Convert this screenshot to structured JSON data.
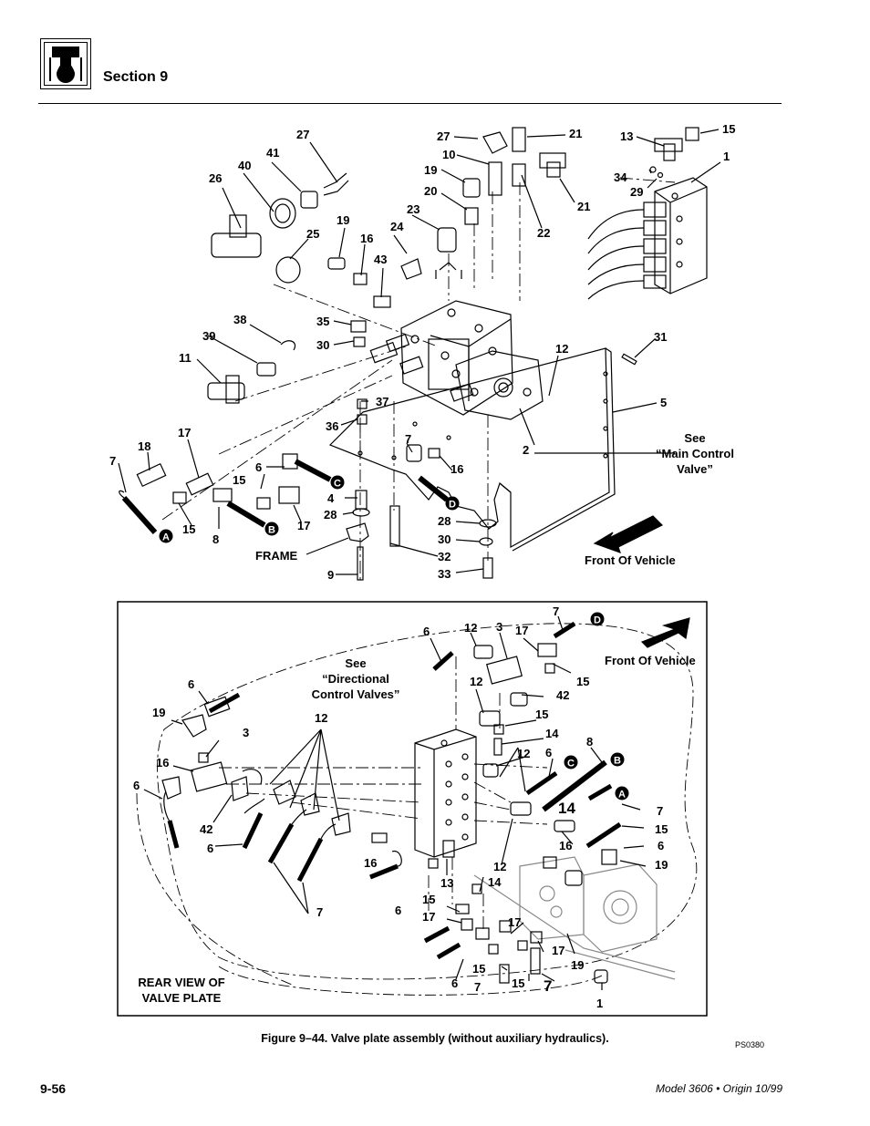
{
  "header": {
    "section": "Section 9"
  },
  "icons": {
    "logo": "hydraulic-drop-icon"
  },
  "top_diagram": {
    "see_main_control": [
      "See",
      "“Main Control",
      "Valve”"
    ],
    "front_of_vehicle": "Front Of Vehicle",
    "frame": "FRAME",
    "callouts": {
      "c27a": "27",
      "c41": "41",
      "c40": "40",
      "c26": "26",
      "c25": "25",
      "c19a": "19",
      "c16a": "16",
      "c43": "43",
      "c24": "24",
      "c23": "23",
      "c20": "20",
      "c19b": "19",
      "c10": "10",
      "c27b": "27",
      "c21a": "21",
      "c21b": "21",
      "c22": "22",
      "c13": "13",
      "c15a": "15",
      "c1": "1",
      "c34": "34",
      "c29": "29",
      "c38": "38",
      "c35": "35",
      "c30a": "30",
      "c39": "39",
      "c11": "11",
      "c12": "12",
      "c31": "31",
      "c5": "5",
      "c37": "37",
      "c36": "36",
      "c17a": "17",
      "c18": "18",
      "c7a": "7",
      "c7b": "7",
      "c16b": "16",
      "c6": "6",
      "c15b": "15",
      "c4": "4",
      "c28a": "28",
      "c2": "2",
      "c15c": "15",
      "c8": "8",
      "c17b": "17",
      "c28b": "28",
      "c30b": "30",
      "c32": "32",
      "c33": "33",
      "c9": "9"
    },
    "markers": {
      "a": "A",
      "b": "B",
      "c": "C",
      "d": "D"
    }
  },
  "bottom_diagram": {
    "see_directional": [
      "See",
      "“Directional",
      "Control Valves”"
    ],
    "front_of_vehicle": "Front Of Vehicle",
    "rear_view": [
      "REAR VIEW OF",
      "VALVE PLATE"
    ],
    "callouts": {
      "b7a": "7",
      "b6a": "6",
      "b12a": "12",
      "b3a": "3",
      "b17a": "17",
      "b15a": "15",
      "b6b": "6",
      "b19a": "19",
      "b3b": "3",
      "b16a": "16",
      "b6c": "6",
      "b42a": "42",
      "b12b": "12",
      "b42b": "42",
      "b15b": "15",
      "b14a": "14",
      "b12c": "12",
      "b8": "8",
      "b6d": "6",
      "b14b": "14",
      "b7b": "7",
      "b15c": "15",
      "b6e": "6",
      "b16b": "16",
      "b19b": "19",
      "b12d": "12",
      "b6f": "6",
      "b16c": "16",
      "b12e": "12",
      "b13": "13",
      "b14c": "14",
      "b15d": "15",
      "b17b": "17",
      "b6g": "6",
      "b7c": "7",
      "b17c": "17",
      "b17d": "17",
      "b19c": "19",
      "b15e": "15",
      "b7d": "7",
      "b15f": "15",
      "b7e": "7",
      "b1": "1"
    },
    "markers": {
      "a": "A",
      "b": "B",
      "c": "C",
      "d": "D"
    }
  },
  "figure_id": "PS0380",
  "caption": "Figure 9–44.  Valve plate assembly (without auxiliary hydraulics).",
  "footer": {
    "page": "9-56",
    "model": "Model 3606 • Origin 10/99"
  }
}
